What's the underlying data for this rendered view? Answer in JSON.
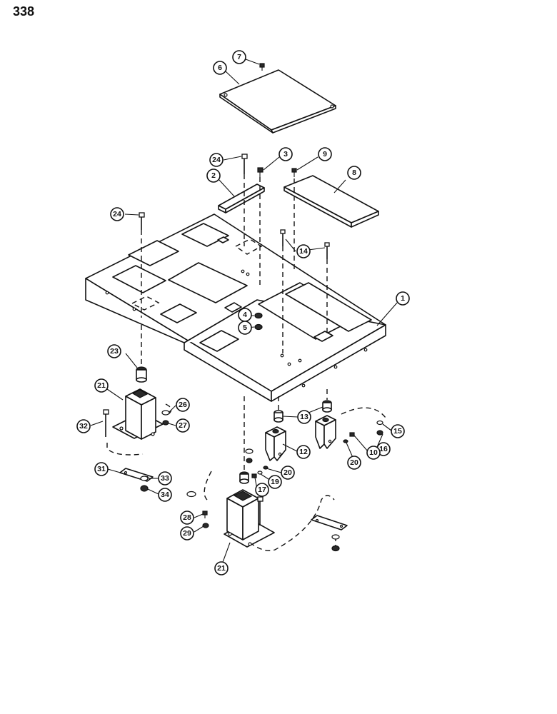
{
  "page_number": "338",
  "callouts": {
    "c1": "1",
    "c2": "2",
    "c3": "3",
    "c4": "4",
    "c5": "5",
    "c6": "6",
    "c7": "7",
    "c8": "8",
    "c9": "9",
    "c10": "10",
    "c12": "12",
    "c13": "13",
    "c14": "14",
    "c15": "15",
    "c16": "16",
    "c17": "17",
    "c19": "19",
    "c20a": "20",
    "c20b": "20",
    "c21a": "21",
    "c21b": "21",
    "c23": "23",
    "c24a": "24",
    "c24b": "24",
    "c26": "26",
    "c27": "27",
    "c28": "28",
    "c29": "29",
    "c31": "31",
    "c32": "32",
    "c33": "33",
    "c34": "34"
  }
}
